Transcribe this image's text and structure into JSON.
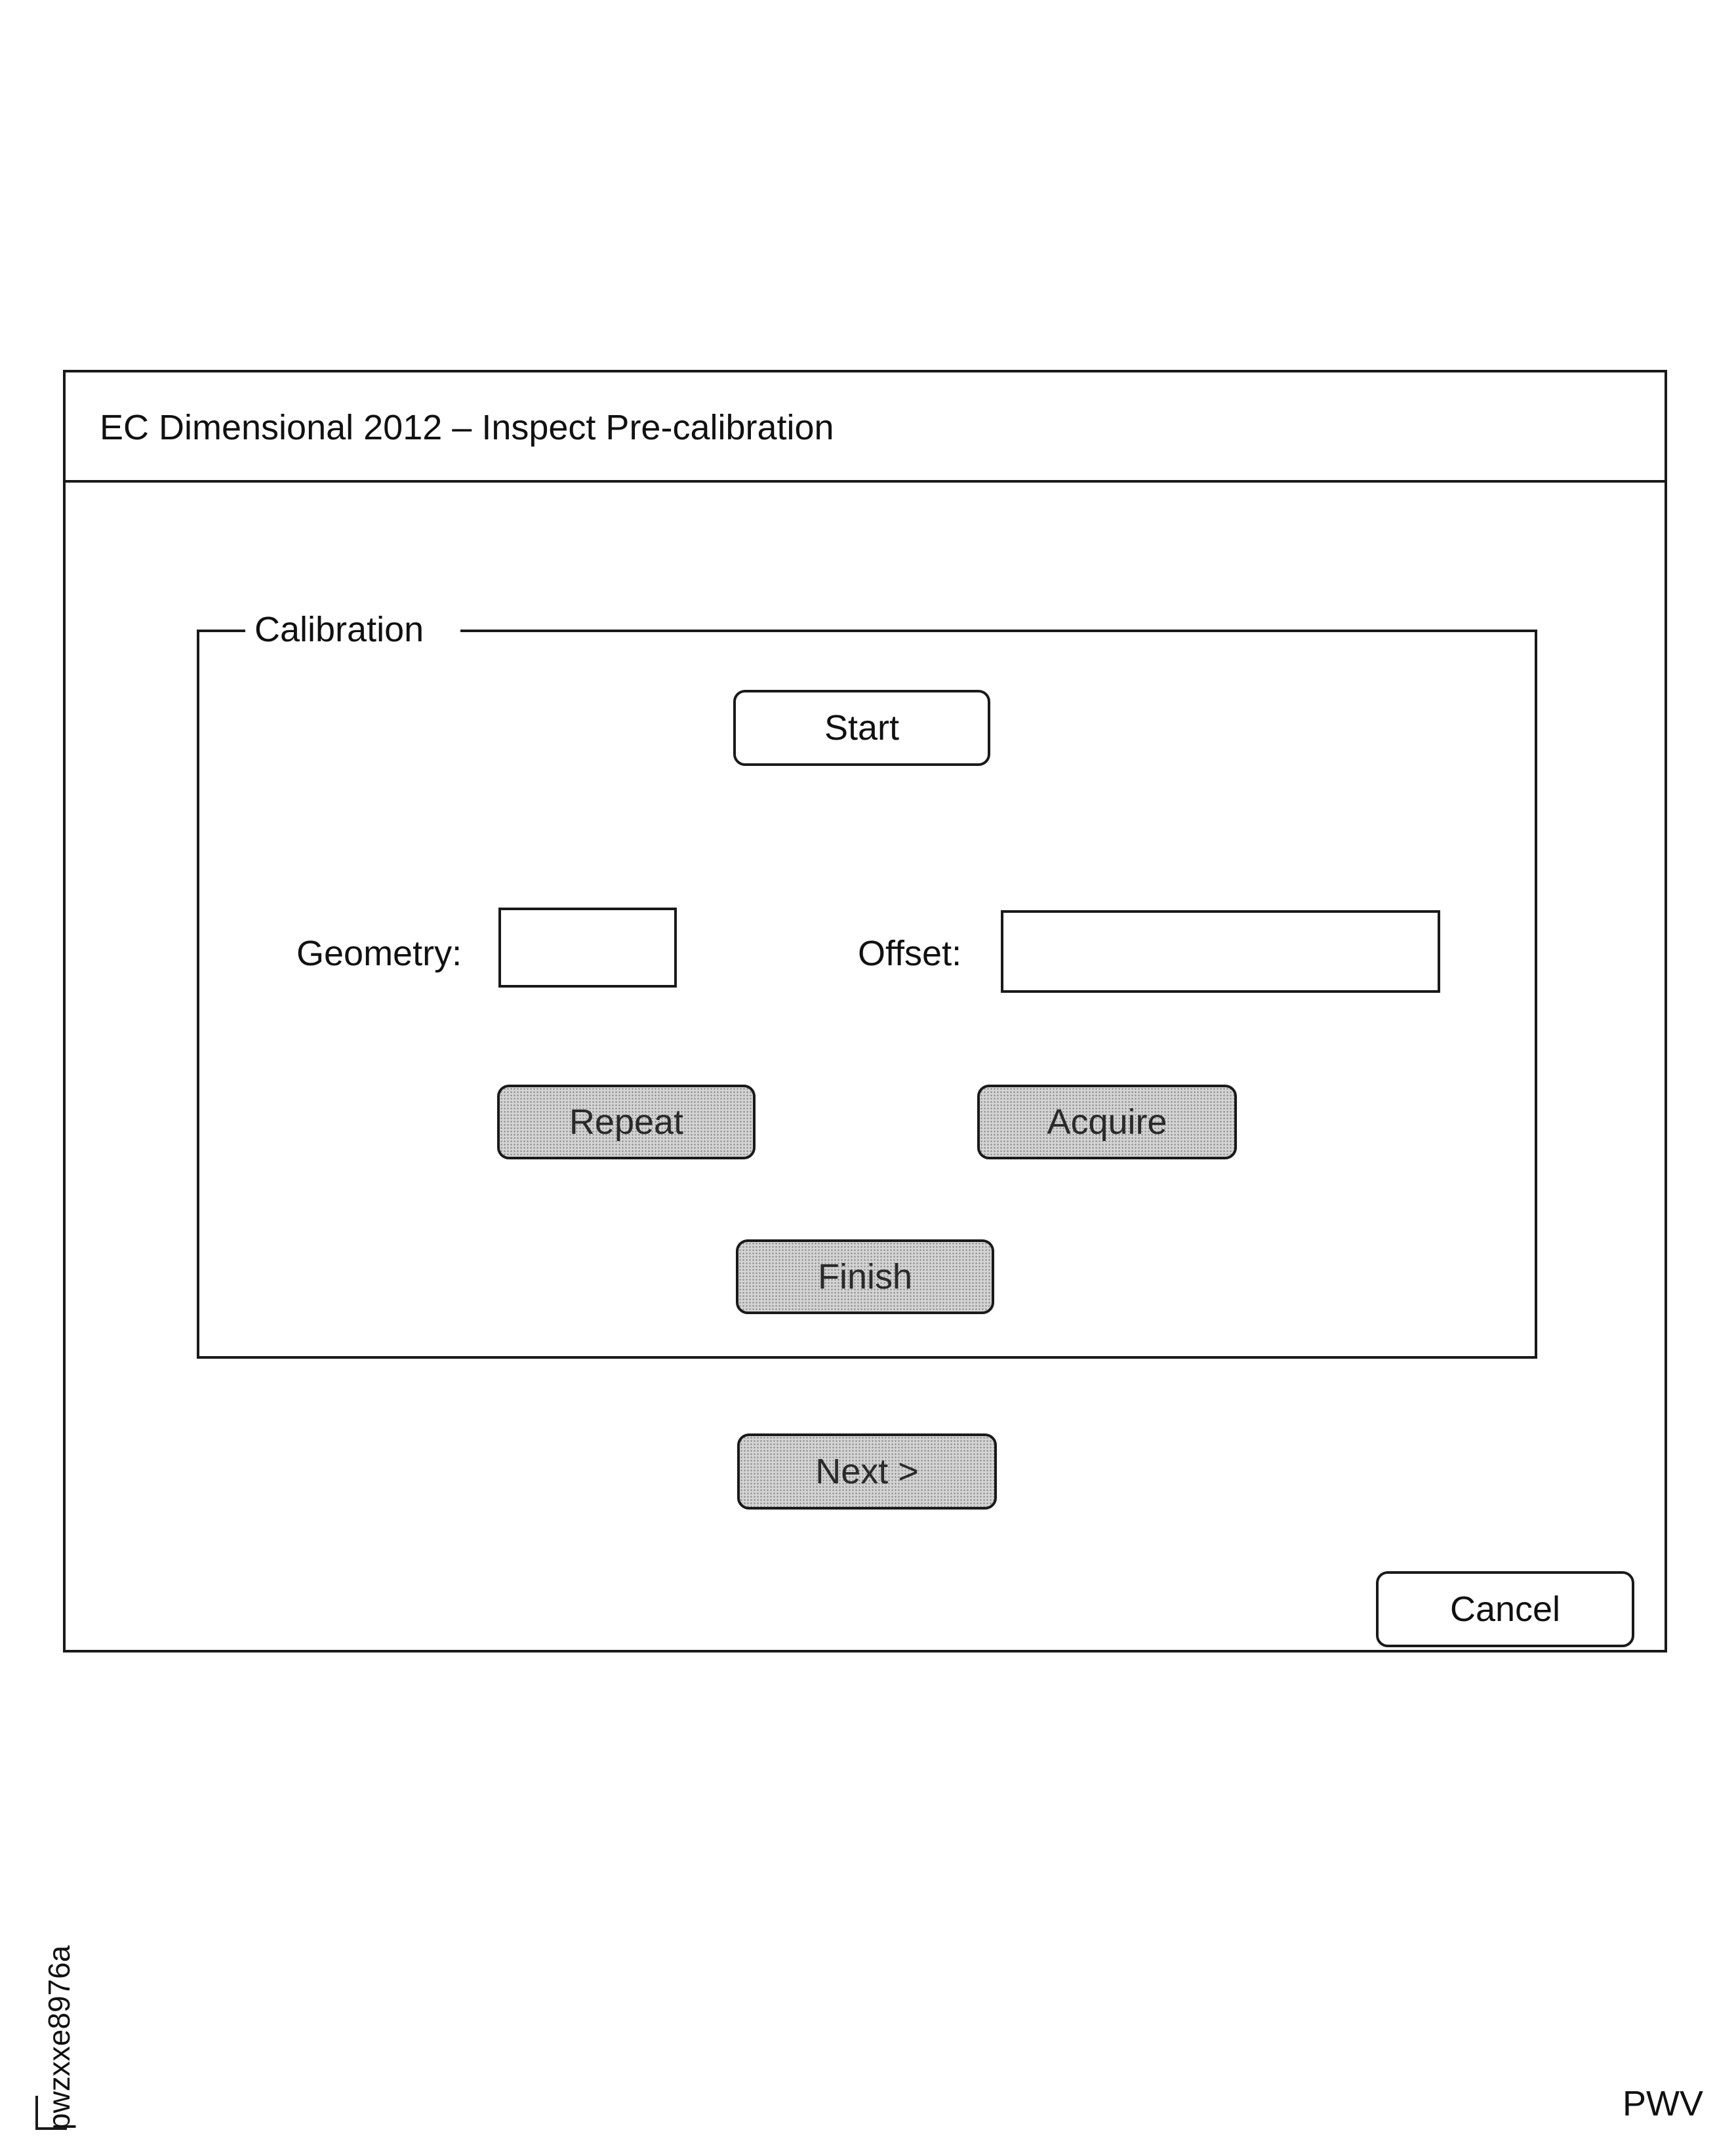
{
  "window": {
    "title": "EC Dimensional 2012 – Inspect Pre-calibration"
  },
  "calibration_group": {
    "label": "Calibration",
    "start_button": "Start",
    "geometry_label": "Geometry:",
    "geometry_value": "",
    "offset_label": "Offset:",
    "offset_value": "",
    "repeat_button": "Repeat",
    "acquire_button": "Acquire",
    "finish_button": "Finish"
  },
  "footer": {
    "next_button": "Next >",
    "cancel_button": "Cancel"
  },
  "figure": {
    "code": "pwzxxe8976a",
    "corner_mark": "PWV"
  }
}
